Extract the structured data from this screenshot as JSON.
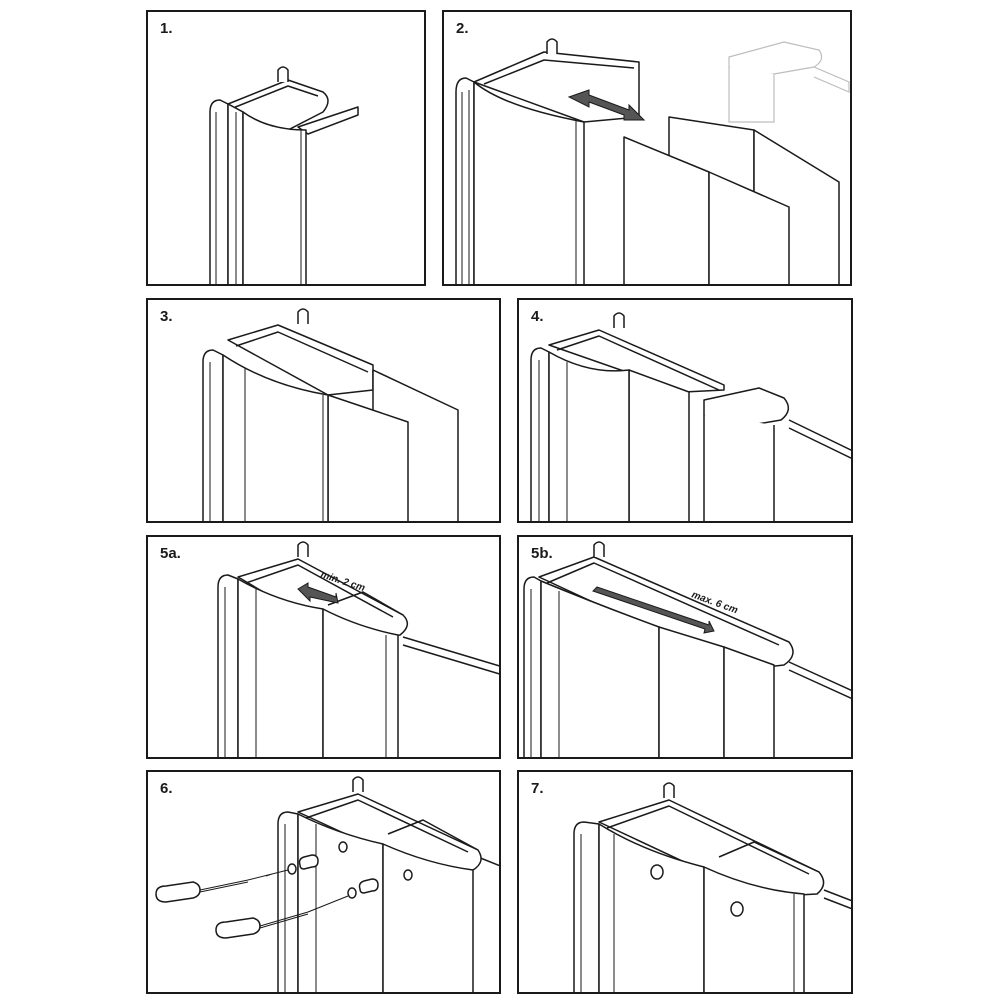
{
  "steps": [
    {
      "id": "1",
      "label": "1."
    },
    {
      "id": "2",
      "label": "2."
    },
    {
      "id": "3",
      "label": "3."
    },
    {
      "id": "4",
      "label": "4."
    },
    {
      "id": "5a",
      "label": "5a.",
      "note": "min. 2 cm"
    },
    {
      "id": "5b",
      "label": "5b.",
      "note": "max. 6 cm"
    },
    {
      "id": "6",
      "label": "6."
    },
    {
      "id": "7",
      "label": "7."
    }
  ],
  "colors": {
    "line": "#1a1a1a",
    "arrow": "#555555",
    "ghost": "#bdbdbd",
    "background": "#ffffff"
  }
}
